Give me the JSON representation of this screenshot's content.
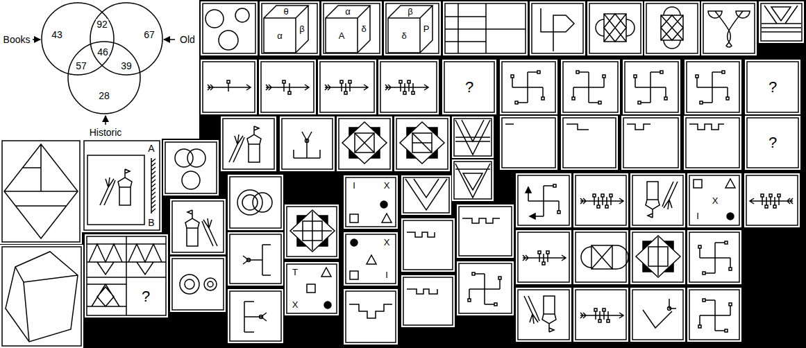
{
  "diagram": {
    "nodes": [
      {
        "text": [
          "Books",
          "43",
          "92",
          "67",
          "Old",
          "46",
          "57",
          "39",
          "28",
          "Historic"
        ]
      },
      {
        "text": [
          "θ",
          "α",
          "β"
        ]
      },
      {
        "text": [
          "α",
          "A",
          "δ"
        ]
      },
      {
        "text": [
          "β",
          "δ",
          "P"
        ]
      },
      {
        "text": [
          "?"
        ]
      },
      {
        "text": [
          "?"
        ]
      },
      {
        "text": [
          "?"
        ]
      },
      {
        "text": [
          "A",
          "B"
        ]
      },
      {
        "text": [
          "I",
          "X"
        ]
      },
      {
        "text": [
          "X",
          "I"
        ]
      },
      {
        "text": [
          "X",
          "I"
        ]
      },
      {
        "text": [
          "T",
          "X"
        ]
      },
      {
        "text": [
          "?"
        ]
      }
    ]
  }
}
